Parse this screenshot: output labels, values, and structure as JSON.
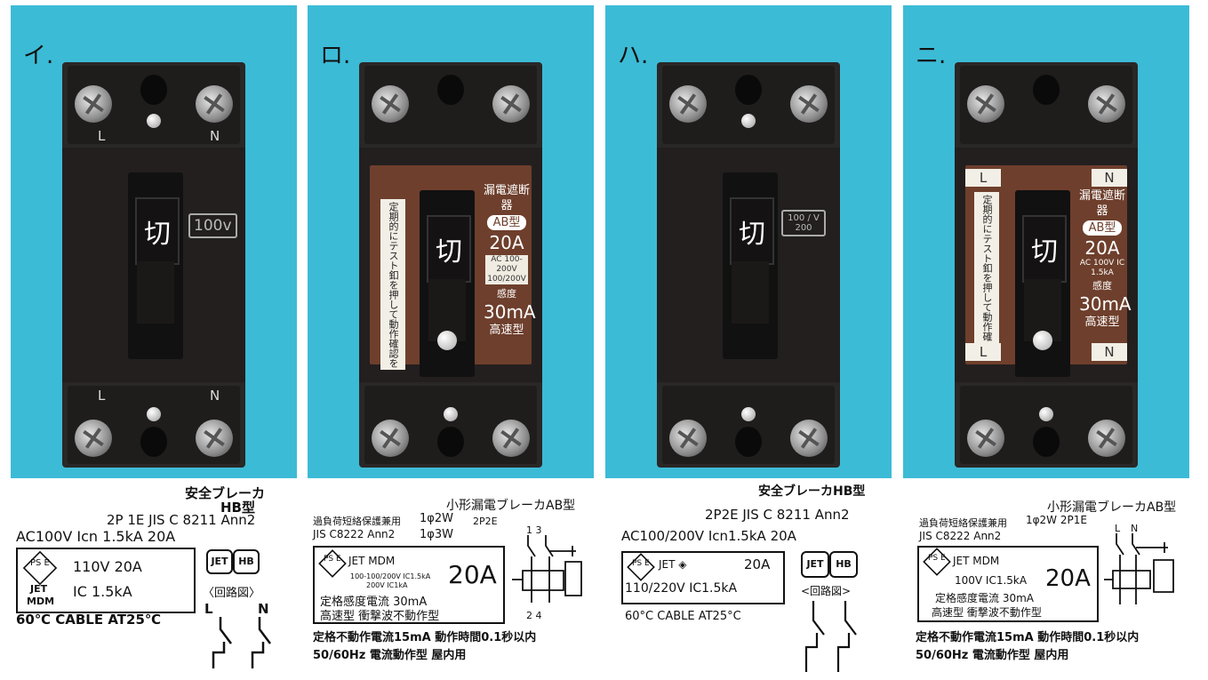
{
  "panels": [
    {
      "tag": "イ.",
      "photo": {
        "switch_text": "切",
        "top_labels": [
          "L",
          "N"
        ],
        "bottom_labels": [
          "L",
          "N"
        ],
        "voltage_badge": "100v"
      },
      "spec": {
        "title1": "安全ブレーカ",
        "title2": "HB型",
        "line1": "2P 1E  JIS C 8211  Ann2",
        "line2": "AC100V   Icn 1.5kA   20A",
        "pse": "PS E",
        "jet": "JET",
        "mdm": "MDM",
        "box_line1": "110V    20A",
        "box_line2": "IC 1.5kA",
        "jet_icon": "JET",
        "hb_icon": "HB",
        "circuit_label": "〈回路図〉",
        "diag_l": "L",
        "diag_n": "N",
        "footer": "60℃  CABLE  AT25℃"
      }
    },
    {
      "tag": "ロ.",
      "photo": {
        "switch_text": "切",
        "warning": "定期的にテスト釦を押して動作確認をしてください",
        "spec_title": "漏電遮断器",
        "spec_type": "AB型",
        "spec_amp": "20A",
        "spec_ac": "AC 100-200V 100/200V",
        "spec_sens": "感度",
        "spec_ma": "30mA",
        "spec_speed": "高速型"
      },
      "spec": {
        "title": "小形漏電ブレーカAB型",
        "line1a": "過負荷短絡保護兼用",
        "line1b": "1φ2W",
        "line1c": "2P2E",
        "line2a": "JIS  C8222  Ann2",
        "line2b": "1φ3W",
        "pse": "PS E",
        "jet": "JET  MDM",
        "small1": "100-100/200V IC1.5kA",
        "small2": "200V IC1kA",
        "amp": "20A",
        "sens": "定格感度電流 30mA",
        "speed": "高速型 衝撃波不動作型",
        "diag_top": "1  3",
        "diag_bot": "2  4",
        "footer1": "定格不動作電流15mA  動作時間0.1秒以内",
        "footer2": "50/60Hz   電流動作型  屋内用"
      }
    },
    {
      "tag": "ハ.",
      "photo": {
        "switch_text": "切",
        "voltage_badge": "100 / V 200"
      },
      "spec": {
        "title": "安全ブレーカHB型",
        "line1": "2P2E   JIS C 8211  Ann2",
        "line2": "AC100/200V     Icn1.5kA      20A",
        "pse": "PS E",
        "jet": "JET ◈",
        "amp": "20A",
        "box_line2": "110/220V   IC1.5kA",
        "jet_icon": "JET",
        "hb_icon": "HB",
        "circuit_label": "<回路図>",
        "footer": "60°C  CABLE       AT25°C"
      }
    },
    {
      "tag": "ニ.",
      "photo": {
        "switch_text": "切",
        "warning": "定期的にテスト釦を押して動作確認をしてください",
        "top_l": "L",
        "top_n": "N",
        "bot_l": "L",
        "bot_n": "N",
        "spec_title": "漏電遮断器",
        "spec_type": "AB型",
        "spec_amp": "20A",
        "spec_ac": "AC 100V IC 1.5kA",
        "spec_sens": "感度",
        "spec_ma": "30mA",
        "spec_speed": "高速型"
      },
      "spec": {
        "title": "小形漏電ブレーカAB型",
        "line1a": "過負荷短絡保護兼用",
        "line1b": "1φ2W 2P1E",
        "line2a": "JIS  C8222  Ann2",
        "pse": "PS E",
        "jet": "JET  MDM",
        "small1": "100V IC1.5kA",
        "amp": "20A",
        "sens": "定格感度電流 30mA",
        "speed": "高速型 衝撃波不動作型",
        "diag_l": "L",
        "diag_n": "N",
        "footer1": "定格不動作電流15mA  動作時間0.1秒以内",
        "footer2": "50/60Hz   電流動作型  屋内用"
      }
    }
  ]
}
